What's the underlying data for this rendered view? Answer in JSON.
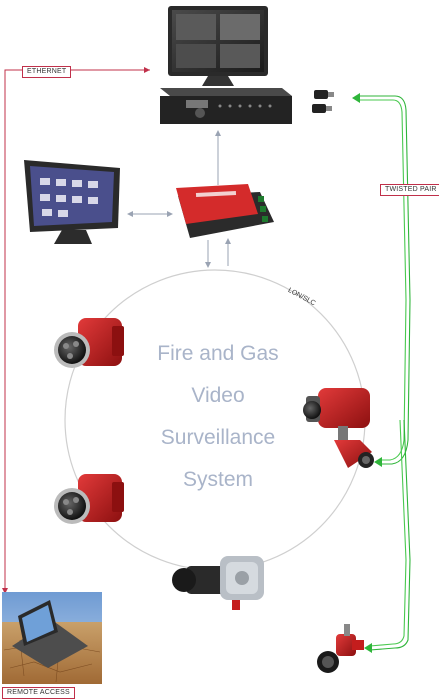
{
  "labels": {
    "ethernet": "ETHERNET",
    "twisted_pair": "TWISTED PAIR",
    "remote_access": "REMOTE ACCESS",
    "lon_slc": "LON/SLC"
  },
  "title": {
    "line1": "Fire and Gas",
    "line2": "Video",
    "line3": "Surveillance",
    "line4": "System"
  },
  "colors": {
    "ethernet_line": "#c0304a",
    "twisted_pair": "#2fb53a",
    "loop": "#cfcfcf",
    "arrows": "#9aa3b3",
    "detector_red": "#c41d1d",
    "title_text": "#a9b4c9"
  }
}
